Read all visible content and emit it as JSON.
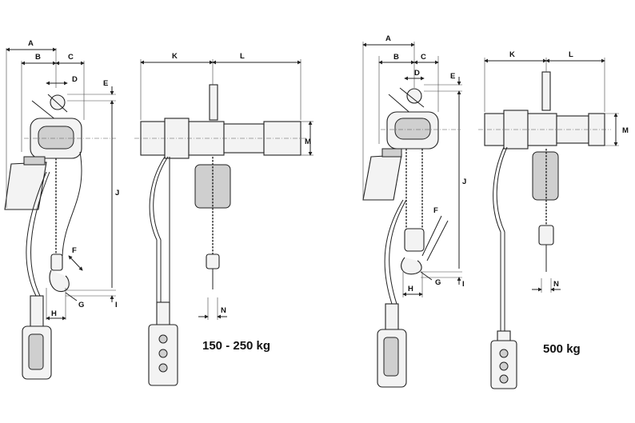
{
  "captions": {
    "small": "150 - 250 kg",
    "large": "500 kg"
  },
  "dimensions": [
    "A",
    "B",
    "C",
    "D",
    "E",
    "F",
    "G",
    "H",
    "I",
    "J",
    "K",
    "L",
    "M",
    "N"
  ],
  "colors": {
    "line": "#222222",
    "fill": "#f3f3f3",
    "background": "#ffffff"
  }
}
